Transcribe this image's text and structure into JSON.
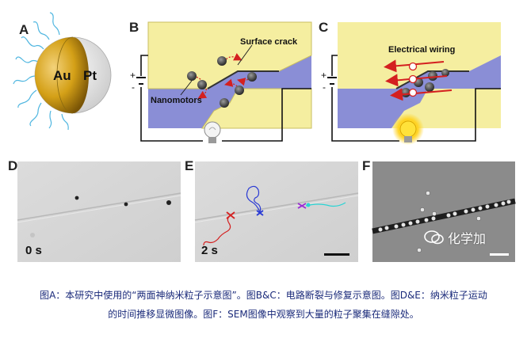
{
  "panels": {
    "a": {
      "letter": "A",
      "left_label": "Au",
      "right_label": "Pt"
    },
    "b": {
      "letter": "B",
      "crack_label": "Surface crack",
      "motors_label": "Nanomotors",
      "plus": "+",
      "minus": "-"
    },
    "c": {
      "letter": "C",
      "wiring_label": "Electrical wiring",
      "plus": "+",
      "minus": "-"
    },
    "d": {
      "letter": "D",
      "time": "0 s"
    },
    "e": {
      "letter": "E",
      "time": "2 s"
    },
    "f": {
      "letter": "F"
    }
  },
  "watermark": {
    "text": "化学加"
  },
  "caption": {
    "line1": "图A：本研究中使用的“两面神纳米粒子示意图”。图B&C：电路断裂与修复示意图。图D&E：纳米粒子运动",
    "line2": "的时间推移显微图像。图F：SEM图像中观察到大量的粒子聚集在缝隙处。"
  },
  "colors": {
    "gold": "#d4a017",
    "surface": "#f5eea0",
    "substrate": "#8a8ed6",
    "caption": "#1a2a7a"
  }
}
